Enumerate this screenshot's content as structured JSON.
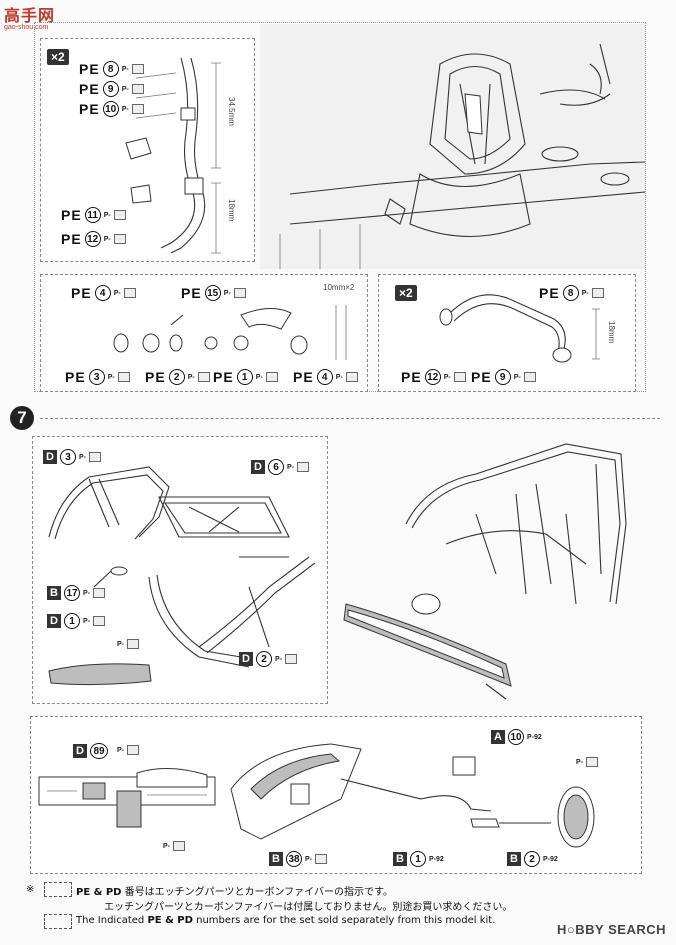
{
  "site_logo": {
    "title": "高手网",
    "url": "gao-shou.com"
  },
  "step": {
    "number": "7"
  },
  "multipliers": {
    "top_left": "×2",
    "bottom_right": "×2"
  },
  "colors": {
    "ink": "#222222",
    "logo_red": "#c0392b",
    "panel_dash": "#8a8a8a"
  },
  "panel_top_left": {
    "labels": [
      {
        "code": "PE",
        "num": "8",
        "pn": "P-"
      },
      {
        "code": "PE",
        "num": "9",
        "pn": "P-"
      },
      {
        "code": "PE",
        "num": "10",
        "pn": "P-"
      },
      {
        "code": "PE",
        "num": "11",
        "pn": "P-"
      },
      {
        "code": "PE",
        "num": "12",
        "pn": "P-"
      }
    ],
    "dims": [
      "34.5mm",
      "18mm"
    ]
  },
  "panel_bottom_left": {
    "labels_top": [
      {
        "code": "PE",
        "num": "4",
        "pn": "P-"
      },
      {
        "code": "PE",
        "num": "15",
        "pn": "P-"
      }
    ],
    "labels_bottom": [
      {
        "code": "PE",
        "num": "3",
        "pn": "P-"
      },
      {
        "code": "PE",
        "num": "2",
        "pn": "P-"
      },
      {
        "code": "PE",
        "num": "1",
        "pn": "P-"
      },
      {
        "code": "PE",
        "num": "4",
        "pn": "P-"
      }
    ],
    "dim": "10mm×2"
  },
  "panel_bottom_right": {
    "labels": [
      {
        "code": "PE",
        "num": "8",
        "pn": "P-"
      },
      {
        "code": "PE",
        "num": "12",
        "pn": "P-"
      },
      {
        "code": "PE",
        "num": "9",
        "pn": "P-"
      }
    ],
    "dim": "18mm"
  },
  "panel_cage": {
    "labels": [
      {
        "letter": "D",
        "num": "3",
        "pn": "P-"
      },
      {
        "letter": "D",
        "num": "6",
        "pn": "P-"
      },
      {
        "letter": "B",
        "num": "17",
        "pn": "P-"
      },
      {
        "letter": "D",
        "num": "1",
        "pn": "P-"
      },
      {
        "letter": "D",
        "num": "2",
        "pn": "P-"
      }
    ],
    "mirror_pn": "P-"
  },
  "panel_dash": {
    "labels": [
      {
        "letter": "D",
        "num": "89",
        "pn": "P-"
      },
      {
        "letter": "A",
        "num": "10",
        "pn": "P-92"
      },
      {
        "letter": "B",
        "num": "38",
        "pn": "P-"
      },
      {
        "letter": "B",
        "num": "1",
        "pn": "P-92"
      },
      {
        "letter": "B",
        "num": "2",
        "pn": "P-92"
      }
    ],
    "small_pns": [
      "P-",
      "P-",
      "P-"
    ]
  },
  "notes": {
    "marker": "※",
    "jp_line1_codes": "PE & PD",
    "jp_line1": " 番号はエッチングパーツとカーボンファイバーの指示です。",
    "jp_line2": "エッチングパーツとカーボンファイバーは付属しておりません。別途お買い求めください。",
    "en_prefix": "The Indicated",
    "en_codes": "PE & PD",
    "en_suffix": " numbers are for the set sold separately from this model kit."
  },
  "footer_logo": "H○BBY SEARCH"
}
